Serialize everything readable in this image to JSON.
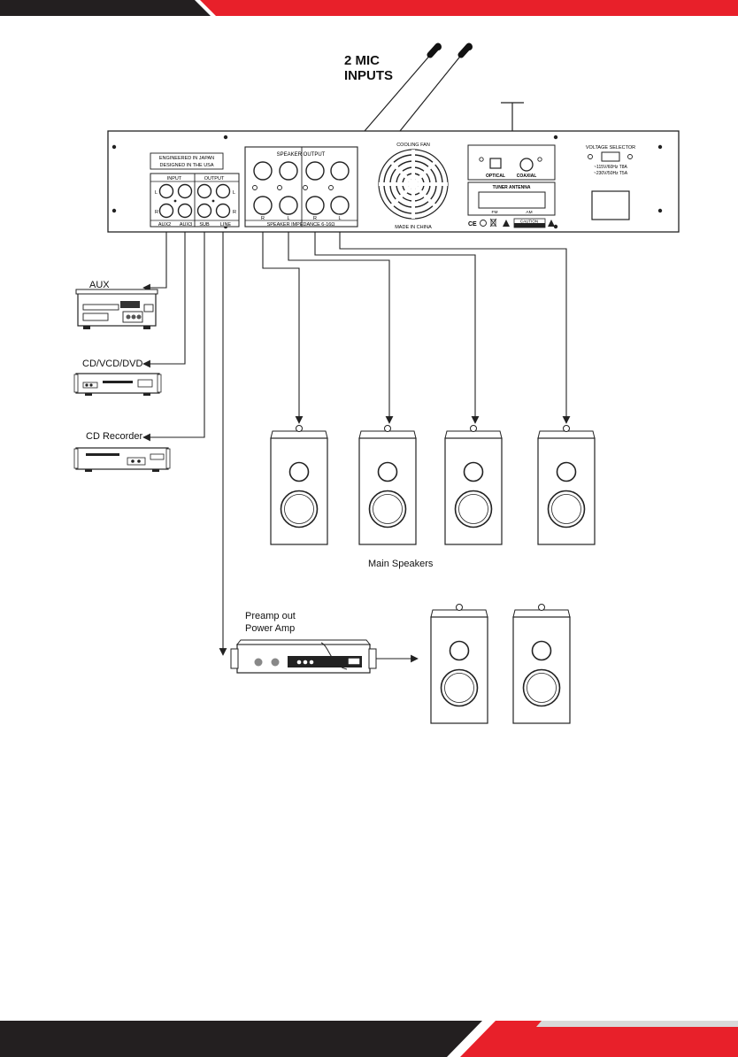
{
  "colors": {
    "accent_red": "#e8202a",
    "dark": "#231f20",
    "light_gray": "#d9d9d9",
    "line": "#222222"
  },
  "mic_inputs": {
    "line1": "2 MIC",
    "line2": "INPUTS"
  },
  "rear_panel": {
    "engineered": "ENGINEERED IN JAPAN",
    "designed": "DESIGNED IN THE USA",
    "input": "INPUT",
    "output": "OUTPUT",
    "ch_l": "L",
    "ch_r": "R",
    "bottom_labels": [
      "AUX2",
      "AUX3",
      "SUB",
      "LINE"
    ],
    "speaker_output": "SPEAKER  OUTPUT",
    "speaker_impedance": "SPEAKER IMPEDANCE 6-16Ω",
    "spk_ch_labels": [
      "R",
      "L",
      "R",
      "L"
    ],
    "cooling_fan": "COOLING FAN",
    "made_in": "MADE IN CHINA",
    "optical": "OPTICAL",
    "coaxial": "COAXIAL",
    "tuner_antenna": "TUNER ANTENNA",
    "fm": "FM",
    "am": "AM",
    "ce": "CE",
    "caution": "CAUTION",
    "voltage_selector": "VOLTAGE SELECTOR",
    "volt_115": "~115V/60Hz T8A",
    "volt_230": "~230V/50Hz T5A"
  },
  "sources": {
    "aux": "AUX",
    "cd": "CD/VCD/DVD",
    "recorder": "CD Recorder"
  },
  "main_speakers_label": "Main Speakers",
  "preamp": {
    "line1": "Preamp out",
    "line2": "Power Amp"
  }
}
